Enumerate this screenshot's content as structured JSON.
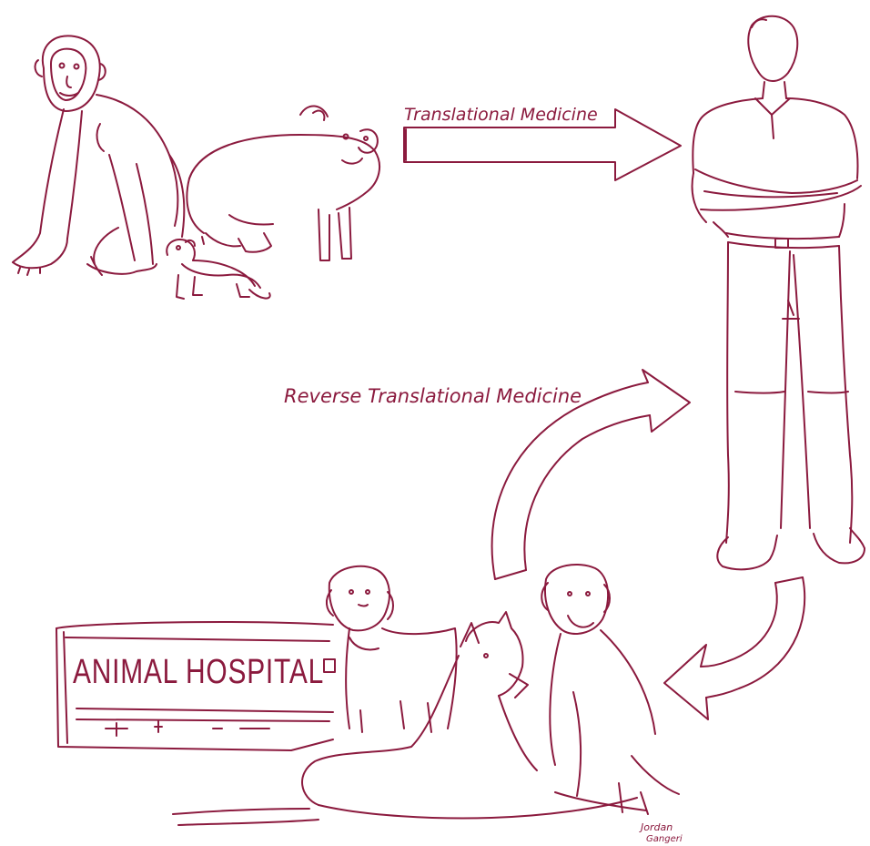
{
  "colors": {
    "ink": "#8b1a3e",
    "background": "#ffffff"
  },
  "labels": {
    "translational": "Translational Medicine",
    "reverse_translational": "Reverse Translational Medicine",
    "hospital_sign": "ANIMAL HOSPITAL",
    "signature_line1": "Jordan",
    "signature_line2": "Gangeri"
  },
  "icons": {
    "monkey": "monkey-icon",
    "pig": "pig-icon",
    "mouse": "mouse-icon",
    "human": "human-figure-icon",
    "dogs": "dog-group-icon",
    "hospital": "animal-hospital-sign-icon"
  }
}
